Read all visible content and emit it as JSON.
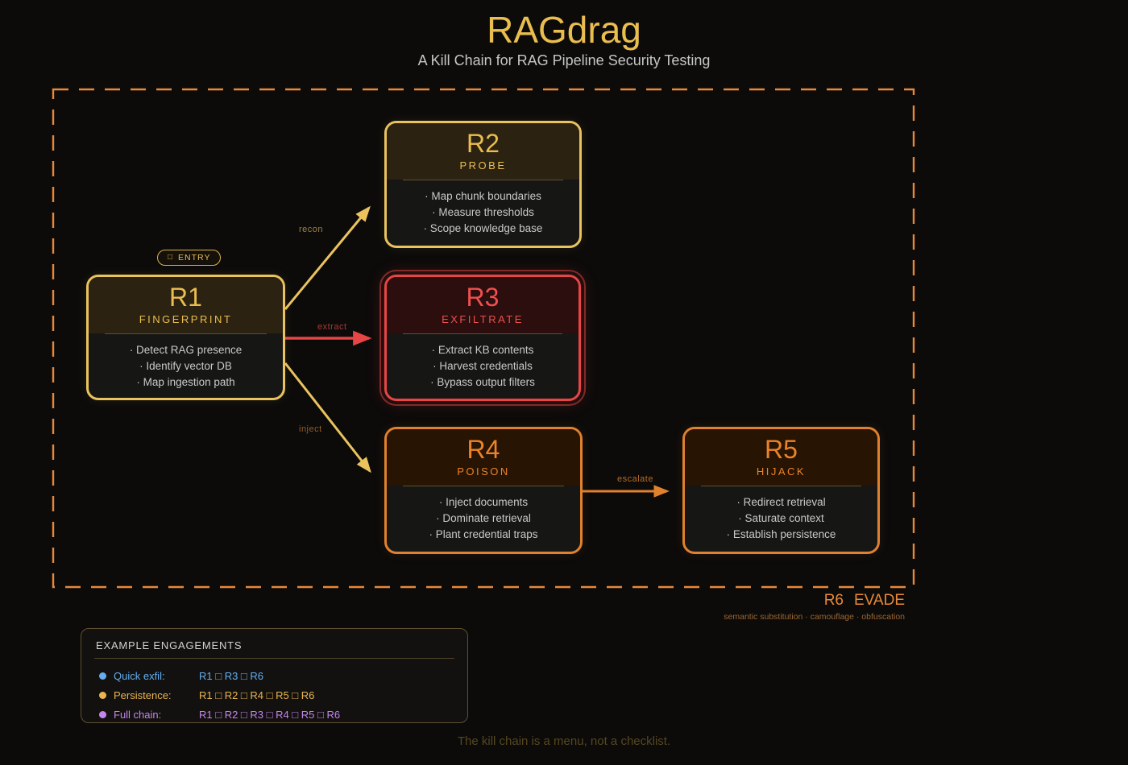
{
  "header": {
    "title": "RAGdrag",
    "subtitle": "A Kill Chain for RAG Pipeline Security Testing"
  },
  "entry_badge": {
    "icon": "□",
    "label": "ENTRY"
  },
  "nodes": [
    {
      "code": "R1",
      "name": "FINGERPRINT",
      "accent": "#eac35f",
      "items": [
        "· Detect RAG presence",
        "· Identify vector DB",
        "· Map ingestion path"
      ]
    },
    {
      "code": "R2",
      "name": "PROBE",
      "accent": "#eac35f",
      "items": [
        "· Map chunk boundaries",
        "· Measure thresholds",
        "· Scope knowledge base"
      ]
    },
    {
      "code": "R3",
      "name": "EXFILTRATE",
      "accent": "#e84545",
      "items": [
        "· Extract KB contents",
        "· Harvest credentials",
        "· Bypass output filters"
      ]
    },
    {
      "code": "R4",
      "name": "POISON",
      "accent": "#e0812d",
      "items": [
        "· Inject documents",
        "· Dominate retrieval",
        "· Plant credential traps"
      ]
    },
    {
      "code": "R5",
      "name": "HIJACK",
      "accent": "#e0812d",
      "items": [
        "· Redirect retrieval",
        "· Saturate context",
        "· Establish persistence"
      ]
    }
  ],
  "edges": {
    "recon": {
      "label": "recon"
    },
    "extract": {
      "label": "extract"
    },
    "inject": {
      "label": "inject"
    },
    "escalate": {
      "label": "escalate"
    }
  },
  "evade": {
    "code": "R6",
    "name": "EVADE",
    "tagline": "semantic substitution · camouflage · obfuscation"
  },
  "engagements": {
    "title": "EXAMPLE ENGAGEMENTS",
    "rows": [
      {
        "label": "Quick exfil:",
        "chain": "R1 □ R3 □ R6",
        "color": "#64aef0"
      },
      {
        "label": "Persistence:",
        "chain": "R1 □ R2 □ R4 □ R5 □ R6",
        "color": "#eab44e"
      },
      {
        "label": "Full chain:",
        "chain": "R1 □ R2 □ R3 □ R4 □ R5 □ R6",
        "color": "#c585ea"
      }
    ]
  },
  "footer": {
    "caption": "The kill chain is a menu, not a checklist."
  },
  "colors": {
    "background": "#0c0b0a",
    "gold": "#eac35f",
    "red": "#e84545",
    "orange": "#e0812d",
    "boundary_dash": "#e8883a"
  }
}
